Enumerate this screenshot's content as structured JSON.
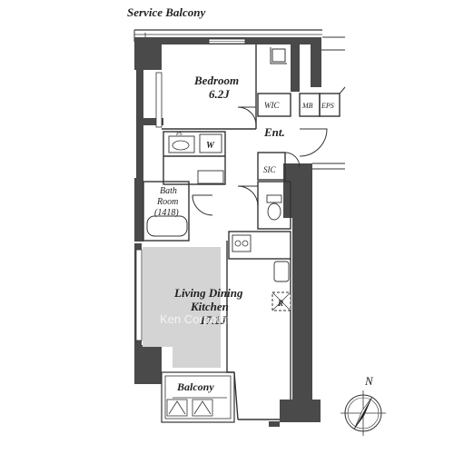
{
  "labels": {
    "service_balcony": "Service Balcony",
    "bedroom": "Bedroom",
    "bedroom_size": "6.2J",
    "wic": "WIC",
    "mb": "MB",
    "eps": "EPS",
    "entrance": "Ent.",
    "sic": "SIC",
    "bath_line1": "Bath",
    "bath_line2": "Room",
    "bath_line3": "(1418)",
    "ps": "PS",
    "washer": "W",
    "fridge": "R",
    "ldk_line1": "Living Dining",
    "ldk_line2": "Kitchen",
    "ldk_size": "17.1J",
    "balcony": "Balcony",
    "north": "N"
  },
  "watermark": "Ken Corporation Ltd.",
  "colors": {
    "wall": "#4a4a4a",
    "line": "#333333",
    "ldk_fill": "#d4d4d4",
    "watermark": "#ffffff"
  }
}
